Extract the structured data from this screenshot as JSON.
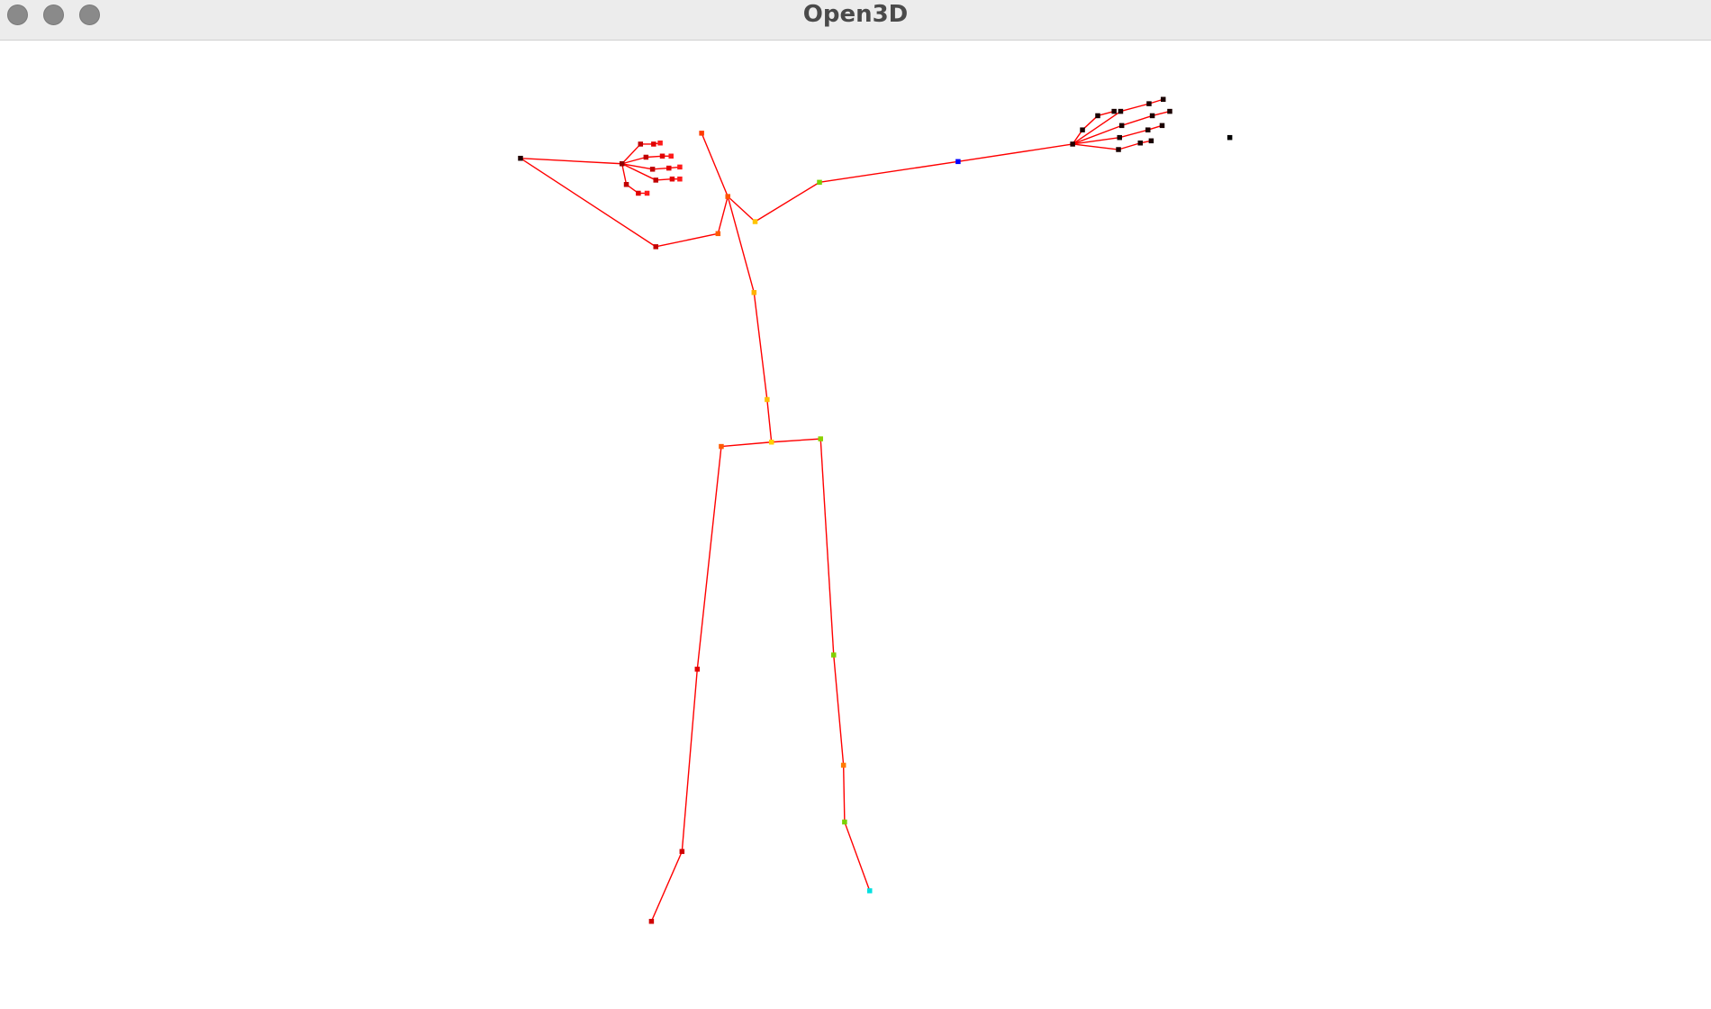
{
  "window": {
    "title": "Open3D",
    "buttons": [
      "close",
      "minimize",
      "zoom"
    ]
  },
  "scene": {
    "background": "#ffffff",
    "line_color": "#ff0000",
    "content": "skeleton-line-set"
  }
}
